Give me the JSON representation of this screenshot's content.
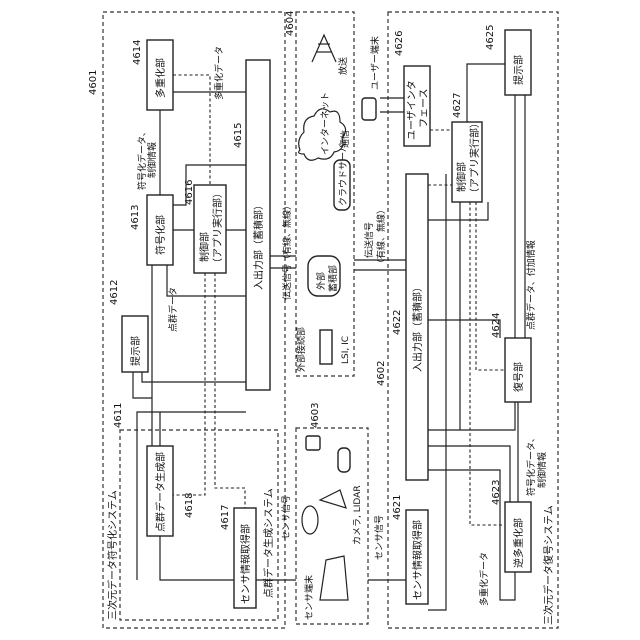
{
  "figure": {
    "orientation": "rotated 90 degrees counter-clockwise",
    "systems": {
      "encoding_system": {
        "ref": "4601",
        "label": "三次元データ符号化システム"
      },
      "pc_generation_system": {
        "ref": "4611",
        "label": "点群データ生成システム"
      },
      "decoding_system": {
        "ref": "4602",
        "label": "三次元データ復号システム"
      },
      "sensor_terminal": {
        "ref": "4603",
        "label": "センサ端末",
        "sublabel": "カメラ, LIDAR"
      },
      "network": {
        "ref": "4604"
      }
    },
    "blocks": {
      "b4614": {
        "ref": "4614",
        "label": "多重化部"
      },
      "b4613": {
        "ref": "4613",
        "label": "符号化部"
      },
      "b4616": {
        "ref": "4616",
        "label_1": "制御部",
        "label_2": "（アプリ実行部）"
      },
      "b4615": {
        "ref": "4615",
        "label": "入出力部（蓄積部）"
      },
      "b4612": {
        "ref": "4612",
        "label": "提示部"
      },
      "b4618": {
        "ref": "4618",
        "label": "点群データ生成部"
      },
      "b4617": {
        "ref": "4617",
        "label": "センサ情報取得部"
      },
      "b4626": {
        "ref": "4626",
        "label_1": "ユーザインタ",
        "label_2": "フェース"
      },
      "b4625": {
        "ref": "4625",
        "label": "提示部"
      },
      "b4627": {
        "ref": "4627",
        "label_1": "制御部",
        "label_2": "（アプリ実行部）"
      },
      "b4622": {
        "ref": "4622",
        "label": "入出力部（蓄積部）"
      },
      "b4624": {
        "ref": "4624",
        "label": "復号部"
      },
      "b4623": {
        "ref": "4623",
        "label": "逆多重化部"
      },
      "b4621": {
        "ref": "4621",
        "label": "センサ情報取得部"
      }
    },
    "network_items": {
      "broadcast": "放送",
      "internet": "インターネット",
      "communication": "通信",
      "cloud_server": "クラウドサーバ",
      "external_storage_1": "外部",
      "external_storage_2": "蓄積部",
      "external_connection": "外部接続部",
      "lsi": "LSI, IC"
    },
    "signals": {
      "multiplexed_data_top": "多重化データ",
      "encoded_data_1": "符号化データ、",
      "control_info": "制御情報",
      "point_cloud_data": "点群データ",
      "transmission_signal_left": "伝送信号（有線、無線）",
      "transmission_signal_right_1": "伝送信号",
      "transmission_signal_right_2": "（有線、無線）",
      "user_terminal": "ユーザー端末",
      "pc_data_additional": "点群データ、付加情報",
      "encoded_data_2": "符号化データ、",
      "control_info_2": "制御情報",
      "multiplexed_data_bottom": "多重化データ",
      "sensor_signal_1": "センサ信号",
      "sensor_signal_2": "センサ信号"
    }
  }
}
